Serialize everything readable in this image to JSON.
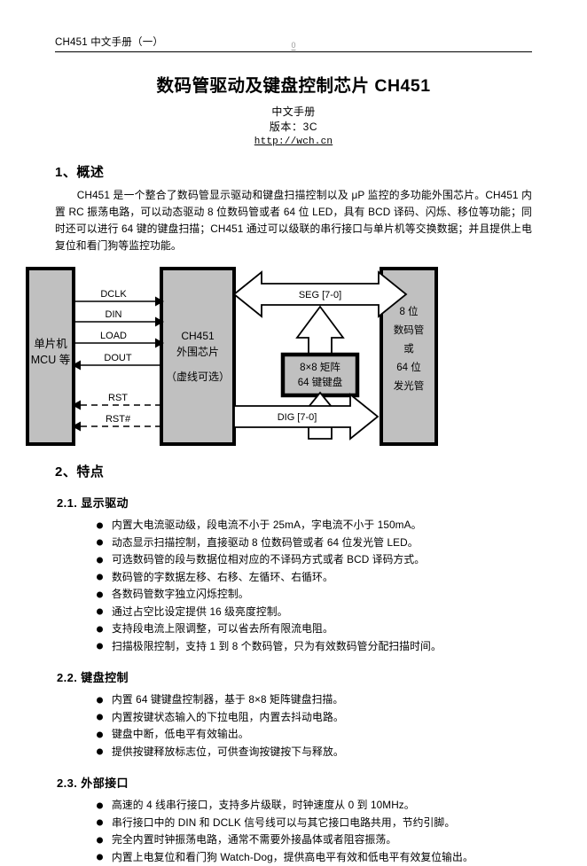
{
  "header": {
    "title": "CH451 中文手册（一）",
    "page_number": "0"
  },
  "title_block": {
    "doc_title": "数码管驱动及键盘控制芯片 CH451",
    "subtitle_line1": "中文手册",
    "subtitle_line2": "版本：3C",
    "url": "http://wch.cn"
  },
  "sections": {
    "overview": {
      "heading": "1、概述",
      "paragraph": "CH451 是一个整合了数码管显示驱动和键盘扫描控制以及 μP 监控的多功能外围芯片。CH451 内置 RC 振荡电路，可以动态驱动 8 位数码管或者 64 位 LED，具有 BCD 译码、闪烁、移位等功能；同时还可以进行 64 键的键盘扫描；CH451 通过可以级联的串行接口与单片机等交换数据；并且提供上电复位和看门狗等监控功能。"
    },
    "features": {
      "heading": "2、特点",
      "display_drive": {
        "heading": "2.1. 显示驱动",
        "bullets": [
          "内置大电流驱动级，段电流不小于 25mA，字电流不小于 150mA。",
          "动态显示扫描控制，直接驱动 8 位数码管或者 64 位发光管 LED。",
          "可选数码管的段与数据位相对应的不译码方式或者 BCD 译码方式。",
          "数码管的字数据左移、右移、左循环、右循环。",
          "各数码管数字独立闪烁控制。",
          "通过占空比设定提供 16 级亮度控制。",
          "支持段电流上限调整，可以省去所有限流电阻。",
          "扫描极限控制，支持 1 到 8 个数码管，只为有效数码管分配扫描时间。"
        ]
      },
      "keyboard_control": {
        "heading": "2.2. 键盘控制",
        "bullets": [
          "内置 64 键键盘控制器，基于 8×8 矩阵键盘扫描。",
          "内置按键状态输入的下拉电阻，内置去抖动电路。",
          "键盘中断，低电平有效输出。",
          "提供按键释放标志位，可供查询按键按下与释放。"
        ]
      },
      "external_interface": {
        "heading": "2.3. 外部接口",
        "bullets": [
          "高速的 4 线串行接口，支持多片级联，时钟速度从 0 到 10MHz。",
          "串行接口中的 DIN 和 DCLK 信号线可以与其它接口电路共用，节约引脚。",
          "完全内置时钟振荡电路，通常不需要外接晶体或者阻容振荡。",
          "内置上电复位和看门狗 Watch-Dog，提供高电平有效和低电平有效复位输出。"
        ]
      }
    }
  },
  "diagram": {
    "mcu_block": {
      "line1": "单片机",
      "line2": "MCU 等"
    },
    "ch451_block": {
      "line1": "CH451",
      "line2": "外围芯片",
      "line3": "（虚线可选）"
    },
    "keypad_block": {
      "line1": "8×8 矩阵",
      "line2": "64 键键盘"
    },
    "display_block": {
      "line1": "8 位",
      "line2": "数码管",
      "line3": "或",
      "line4": "64 位",
      "line5": "发光管"
    },
    "signals": {
      "dclk": "DCLK",
      "din": "DIN",
      "load": "LOAD",
      "dout": "DOUT",
      "rst": "RST",
      "rst_n": "RST#",
      "seg": "SEG [7-0]",
      "dig": "DIG [7-0]"
    },
    "colors": {
      "block_fill": "#c0c0c0",
      "block_stroke": "#000000",
      "bus_fill": "#ffffff"
    }
  }
}
